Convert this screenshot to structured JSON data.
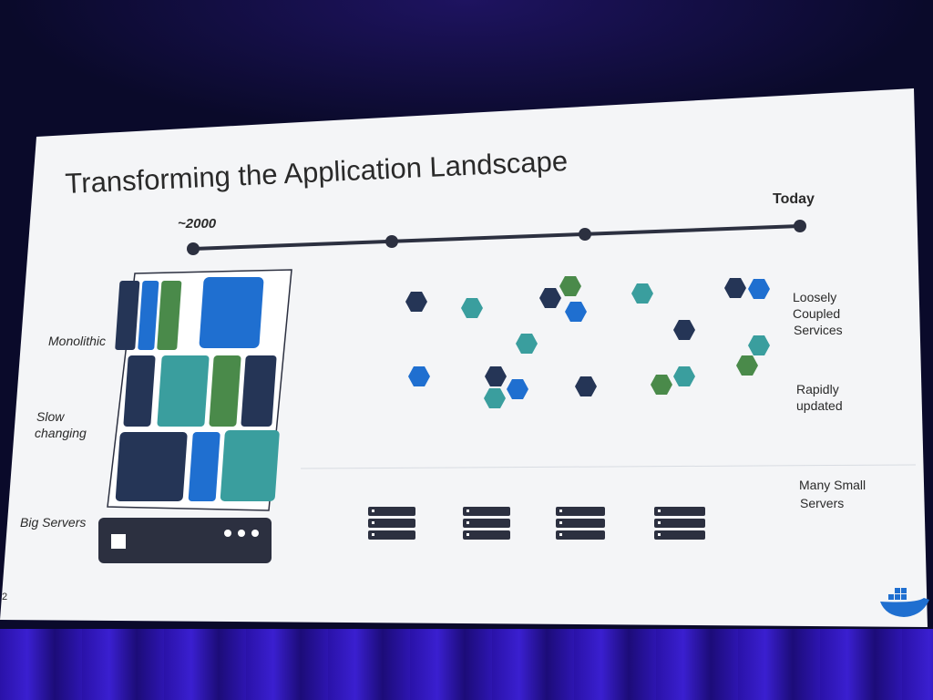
{
  "slide": {
    "title": "Transforming the Application Landscape",
    "timeline_start": "~2000",
    "timeline_end": "Today",
    "page_number": "2"
  },
  "left_labels": {
    "monolithic": "Monolithic",
    "slow_changing_1": "Slow",
    "slow_changing_2": "changing",
    "big_servers": "Big Servers"
  },
  "right_labels": {
    "loosely_1": "Loosely",
    "loosely_2": "Coupled",
    "loosely_3": "Services",
    "rapidly_1": "Rapidly",
    "rapidly_2": "updated",
    "many_1": "Many Small",
    "many_2": "Servers"
  },
  "colors": {
    "slide_bg": "#f4f5f7",
    "navy": "#253556",
    "blue": "#1f6fd0",
    "teal": "#3a9e9e",
    "green": "#4a8a4a",
    "dark": "#2c3040"
  },
  "icons": [
    "docker-whale-icon",
    "server-icon",
    "hexagon-service-icon"
  ]
}
